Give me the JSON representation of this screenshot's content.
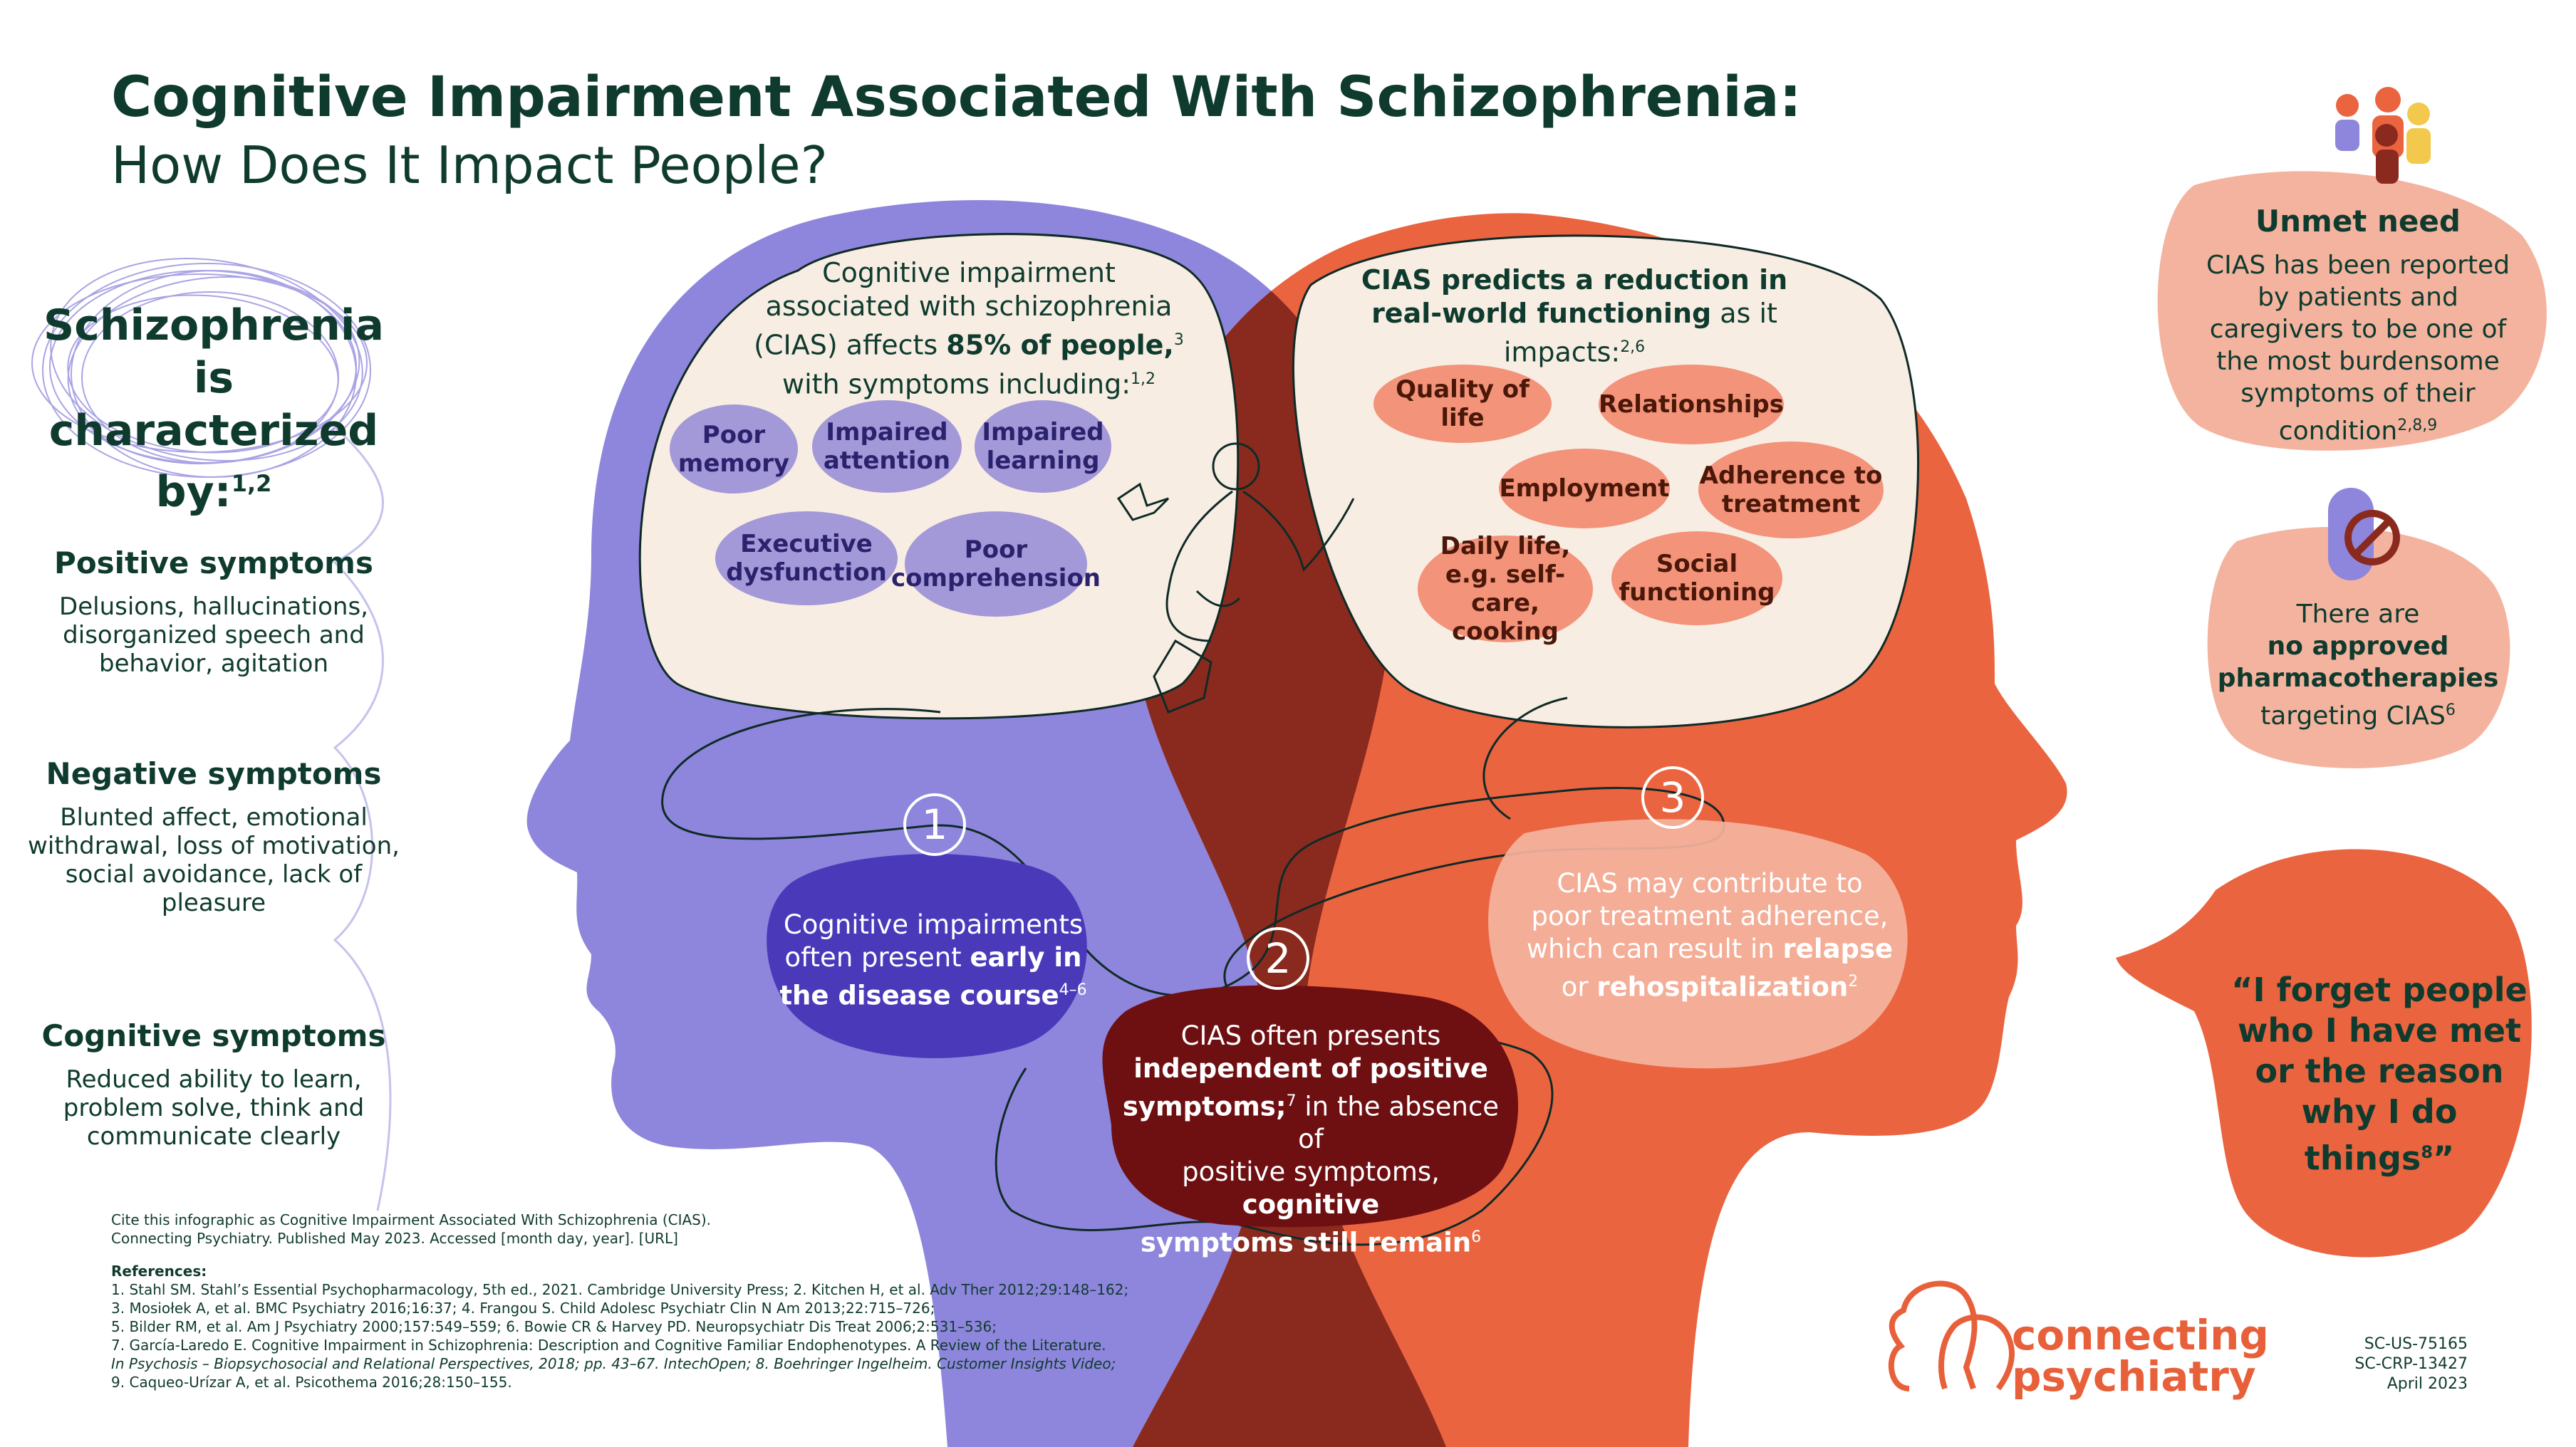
{
  "title": {
    "line1": "Cognitive Impairment Associated With Schizophrenia:",
    "line2": "How Does It Impact People?"
  },
  "left": {
    "heading": "Schizophrenia is characterized by:",
    "heading_refs": "1,2",
    "sections": [
      {
        "title": "Positive symptoms",
        "body": "Delusions, hallucinations, disorganized speech and behavior, agitation"
      },
      {
        "title": "Negative symptoms",
        "body": "Blunted affect, emotional withdrawal, loss of motivation, social avoidance, lack of pleasure"
      },
      {
        "title": "Cognitive symptoms",
        "body": "Reduced ability to learn, problem solve, think and communicate clearly"
      }
    ]
  },
  "left_bubble": {
    "l1": "Cognitive impairment",
    "l2": "associated with schizophrenia",
    "l3a": "(CIAS) affects ",
    "l3b": "85% of people,",
    "l3c": "3",
    "l4a": "with symptoms including:",
    "l4b": "1,2",
    "pills": [
      "Poor memory",
      "Impaired attention",
      "Impaired learning",
      "Executive dysfunction",
      "Poor comprehension"
    ]
  },
  "right_bubble": {
    "l1": "CIAS predicts a reduction in",
    "l2a": "real-world functioning",
    "l2b": " as it impacts:",
    "l2c": "2,6",
    "pills": [
      "Quality of life",
      "Relationships",
      "Employment",
      "Adherence to treatment",
      "Daily life, e.g. self-care, cooking",
      "Social functioning"
    ]
  },
  "points": [
    {
      "number": "1",
      "a": "Cognitive impairments",
      "b": "often present ",
      "c": "early in",
      "d": "the disease course",
      "ref": "4–6"
    },
    {
      "number": "2",
      "a": "CIAS often presents",
      "b": "independent of positive",
      "c": "symptoms;",
      "c_ref": "7",
      "d": " in the absence of",
      "e": "positive symptoms, ",
      "f": "cognitive",
      "g": "symptoms still remain",
      "ref": "6"
    },
    {
      "number": "3",
      "a": "CIAS may contribute to",
      "b": "poor treatment adherence,",
      "c": "which can result in ",
      "d": "relapse",
      "e": "or ",
      "f": "rehospitalization",
      "ref": "2"
    }
  ],
  "unmet": {
    "title": "Unmet need",
    "body": "CIAS has been reported by patients and caregivers to be one of the most burdensome symptoms of their condition",
    "ref": "2,8,9"
  },
  "no_approved": {
    "a": "There are",
    "b": "no approved",
    "c": "pharmacotherapies",
    "d": "targeting CIAS",
    "ref": "6"
  },
  "quote": {
    "text": "“I forget people who I have met or the reason why I do things",
    "ref": "8",
    "close": "”"
  },
  "citation": {
    "l1": "Cite this infographic as Cognitive Impairment Associated With Schizophrenia (CIAS).",
    "l2": "Connecting Psychiatry. Published May 2023. Accessed [month day, year]. [URL]"
  },
  "references": {
    "heading": "References:",
    "lines": [
      "1. Stahl SM. Stahl’s Essential Psychopharmacology, 5th ed., 2021. Cambridge University Press; 2. Kitchen H, et al. Adv Ther 2012;29:148–162;",
      "3. Mosiołek A, et al. BMC Psychiatry 2016;16:37; 4. Frangou S. Child Adolesc Psychiatr Clin N Am 2013;22:715–726;",
      "5. Bilder RM, et al. Am J Psychiatry 2000;157:549–559; 6. Bowie CR & Harvey PD. Neuropsychiatr Dis Treat 2006;2:531–536;",
      "7. García-Laredo E. Cognitive Impairment in Schizophrenia: Description and Cognitive Familiar Endophenotypes. A Review of the Literature.",
      "In Psychosis – Biopsychosocial and Relational Perspectives, 2018; pp. 43–67. IntechOpen; 8. Boehringer Ingelheim. Customer Insights Video;",
      "9. Caqueo-Urízar A, et al. Psicothema 2016;28:150–155."
    ]
  },
  "brand": {
    "line1": "connecting",
    "line2": "psychiatry"
  },
  "codes": [
    "SC-US-75165",
    "SC-CRP-13427",
    "April 2023"
  ],
  "colors": {
    "purple": "#8e86dc",
    "orange": "#ea6440",
    "overlap": "#8a2a1e",
    "cream": "#f8ede3",
    "salmon": "#f4b39e",
    "dark_red": "#6e0f12",
    "text": "#0f3b2e"
  }
}
